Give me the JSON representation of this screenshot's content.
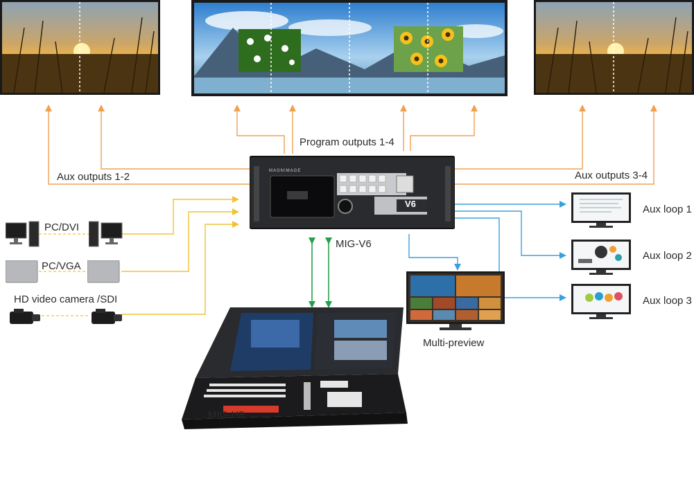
{
  "labels": {
    "program_outputs": "Program outputs 1-4",
    "aux_outputs_1_2": "Aux outputs 1-2",
    "aux_outputs_3_4": "Aux outputs 3-4",
    "aux_loop_1": "Aux loop 1",
    "aux_loop_2": "Aux loop 2",
    "aux_loop_3": "Aux loop 3",
    "processor_name": "MIG-V6",
    "console_name": "MIG-H8",
    "multi_preview": "Multi-preview",
    "pc_dvi": "PC/DVI",
    "pc_vga": "PC/VGA",
    "hd_camera": "HD video camera /SDI"
  },
  "device": {
    "brand": "MAGNIMAGE",
    "model_badge": "V6"
  },
  "colors": {
    "output_arrows": "#f0a050",
    "input_arrows": "#f2c230",
    "loop_arrows": "#3aa0dc",
    "control_arrows": "#22a04a"
  }
}
